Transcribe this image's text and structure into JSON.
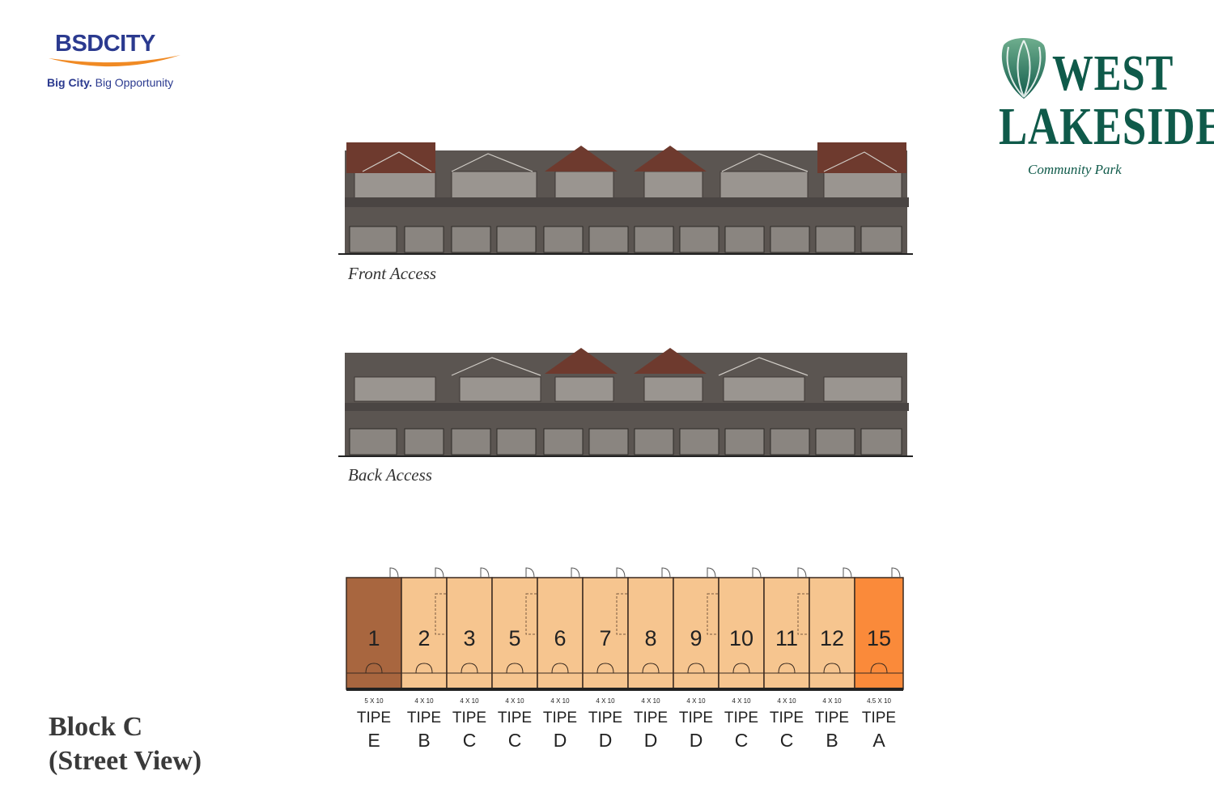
{
  "brand_left": {
    "wordmark": "BSDCITY",
    "tagline_bold": "Big City.",
    "tagline_rest": " Big Opportunity",
    "colors": {
      "primary": "#2b3a8f",
      "swoosh": "#f08a24"
    }
  },
  "brand_right": {
    "line1": "WEST",
    "line2": "LAKESIDE",
    "subtitle": "Community Park",
    "color": "#0f5a4a"
  },
  "elevations": {
    "front_label": "Front Access",
    "back_label": "Back Access"
  },
  "block": {
    "title_line1": "Block C",
    "title_line2": "(Street View)"
  },
  "units": [
    {
      "number": "1",
      "size": "5 X 10",
      "tipe": "TIPE",
      "type": "E",
      "color": "#a8663f"
    },
    {
      "number": "2",
      "size": "4 X 10",
      "tipe": "TIPE",
      "type": "B",
      "color": "#f6c58f"
    },
    {
      "number": "3",
      "size": "4 X 10",
      "tipe": "TIPE",
      "type": "C",
      "color": "#f6c58f"
    },
    {
      "number": "5",
      "size": "4 X 10",
      "tipe": "TIPE",
      "type": "C",
      "color": "#f6c58f"
    },
    {
      "number": "6",
      "size": "4 X 10",
      "tipe": "TIPE",
      "type": "D",
      "color": "#f6c58f"
    },
    {
      "number": "7",
      "size": "4 X 10",
      "tipe": "TIPE",
      "type": "D",
      "color": "#f6c58f"
    },
    {
      "number": "8",
      "size": "4 X 10",
      "tipe": "TIPE",
      "type": "D",
      "color": "#f6c58f"
    },
    {
      "number": "9",
      "size": "4 X 10",
      "tipe": "TIPE",
      "type": "D",
      "color": "#f6c58f"
    },
    {
      "number": "10",
      "size": "4 X 10",
      "tipe": "TIPE",
      "type": "C",
      "color": "#f6c58f"
    },
    {
      "number": "11",
      "size": "4 X 10",
      "tipe": "TIPE",
      "type": "C",
      "color": "#f6c58f"
    },
    {
      "number": "12",
      "size": "4 X 10",
      "tipe": "TIPE",
      "type": "B",
      "color": "#f6c58f"
    },
    {
      "number": "15",
      "size": "4.5 X 10",
      "tipe": "TIPE",
      "type": "A",
      "color": "#fa8a3a"
    }
  ]
}
